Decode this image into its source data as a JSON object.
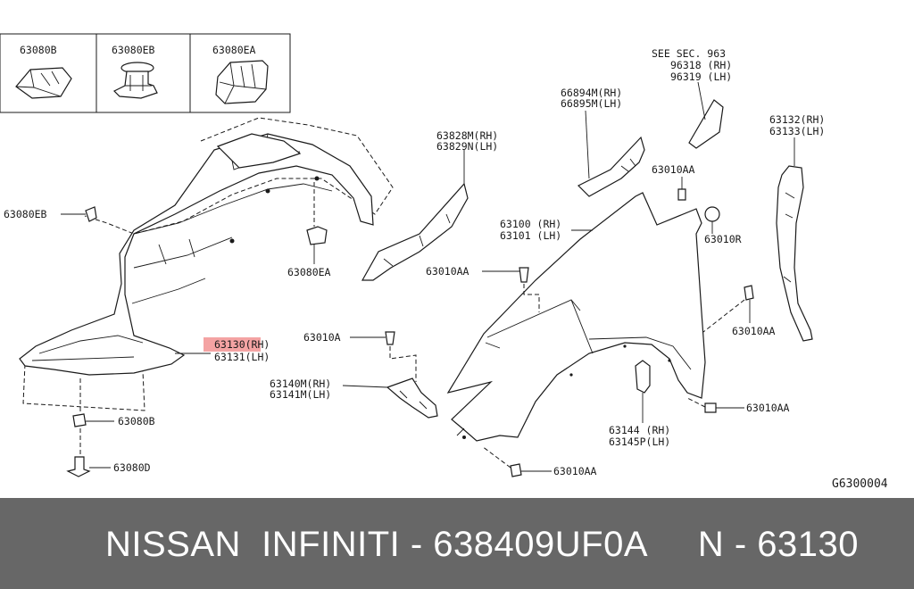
{
  "diagram": {
    "code": "G6300004",
    "inset_labels": [
      "63080B",
      "63080EB",
      "63080EA"
    ],
    "labels": {
      "clip_eb": "63080EB",
      "clip_ea": "63080EA",
      "clip_b": "63080B",
      "clip_d": "63080D",
      "liner_rh": "63130(RH)",
      "liner_lh": "63131(LH)",
      "bracket_rh": "63828M(RH)",
      "bracket_lh": "63829N(LH)",
      "seal_rh": "66894M(RH)",
      "seal_lh": "66895M(LH)",
      "see_sec": "SEE SEC. 963",
      "mirror_rh": "96318 (RH)",
      "mirror_lh": "96319 (LH)",
      "fender_rh": "63100 (RH)",
      "fender_lh": "63101 (LH)",
      "cover_rh": "63132(RH)",
      "cover_lh": "63133(LH)",
      "bolt_aa_1": "63010AA",
      "bolt_aa_2": "63010AA",
      "bolt_aa_3": "63010AA",
      "bolt_aa_4": "63010AA",
      "bolt_aa_5": "63010AA",
      "bolt_r": "63010R",
      "bolt_a": "63010A",
      "stay_rh": "63140M(RH)",
      "stay_lh": "63141M(LH)",
      "protector_rh": "63144  (RH)",
      "protector_lh": "63145P(LH)"
    }
  },
  "footer": {
    "text": "NISSAN  INFINITI - 638409UF0A     N - 63130",
    "bg_color": "#676767"
  },
  "highlight_color": "#f4a3a3"
}
